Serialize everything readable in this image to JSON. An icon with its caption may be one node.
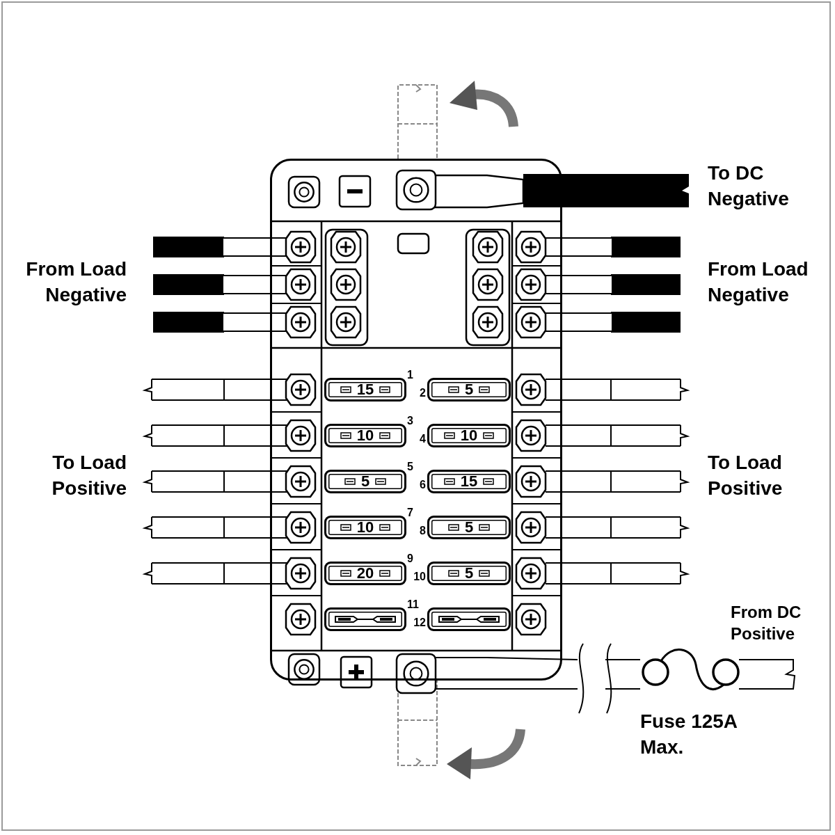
{
  "diagram": {
    "nodes": [
      {
        "text": [],
        "shape": "box"
      },
      {
        "text": [
          "15"
        ],
        "in": 0
      },
      {
        "text": [
          "5"
        ],
        "in": 0
      },
      {
        "text": [
          "10"
        ],
        "in": 0
      },
      {
        "text": [
          "10"
        ],
        "in": 0
      },
      {
        "text": [
          "5"
        ],
        "in": 0
      },
      {
        "text": [
          "15"
        ],
        "in": 0
      },
      {
        "text": [
          "10"
        ],
        "in": 0
      },
      {
        "text": [
          "5"
        ],
        "in": 0
      },
      {
        "text": [
          "20"
        ],
        "in": 0
      },
      {
        "text": [
          "5"
        ],
        "in": 0
      },
      {
        "text": [],
        "shape": "box",
        "in": 0
      },
      {
        "text": [],
        "shape": "box",
        "in": 0
      }
    ],
    "labels": [
      "To DC Negative",
      "From Load Negative",
      "From Load Negative",
      "1",
      "2",
      "3",
      "4",
      "To Load Positive",
      "To Load Positive",
      "5",
      "6",
      "7",
      "8",
      "9",
      "10",
      "From DC Positive",
      "11",
      "12",
      "Fuse 125A Max."
    ]
  }
}
